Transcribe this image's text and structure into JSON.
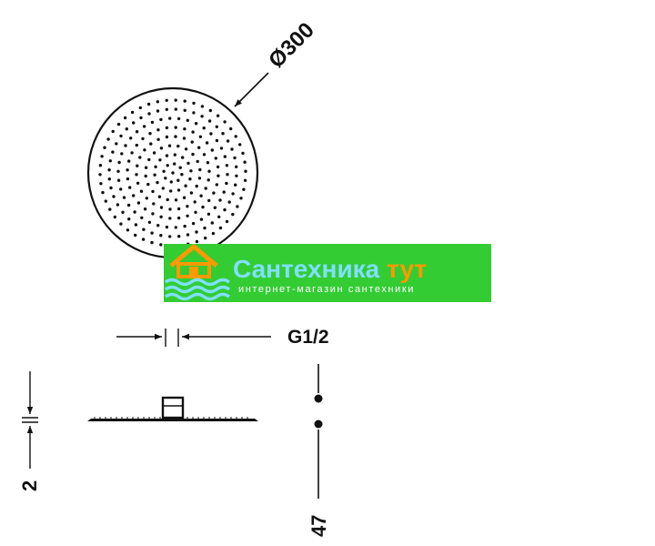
{
  "drawing": {
    "diameter_label": "Ø300",
    "thread_label": "G1/2",
    "thickness_label": "2",
    "height_label": "47",
    "line_color": "#111111"
  },
  "watermark": {
    "title_part1": "Сантехника",
    "title_part2": "тут",
    "subtitle": "интернет-магазин сантехники",
    "bg_color": "#33cc33",
    "title_color": "#7fe0ff",
    "accent_color": "#ff9900",
    "icon": "house-on-waves-icon"
  }
}
